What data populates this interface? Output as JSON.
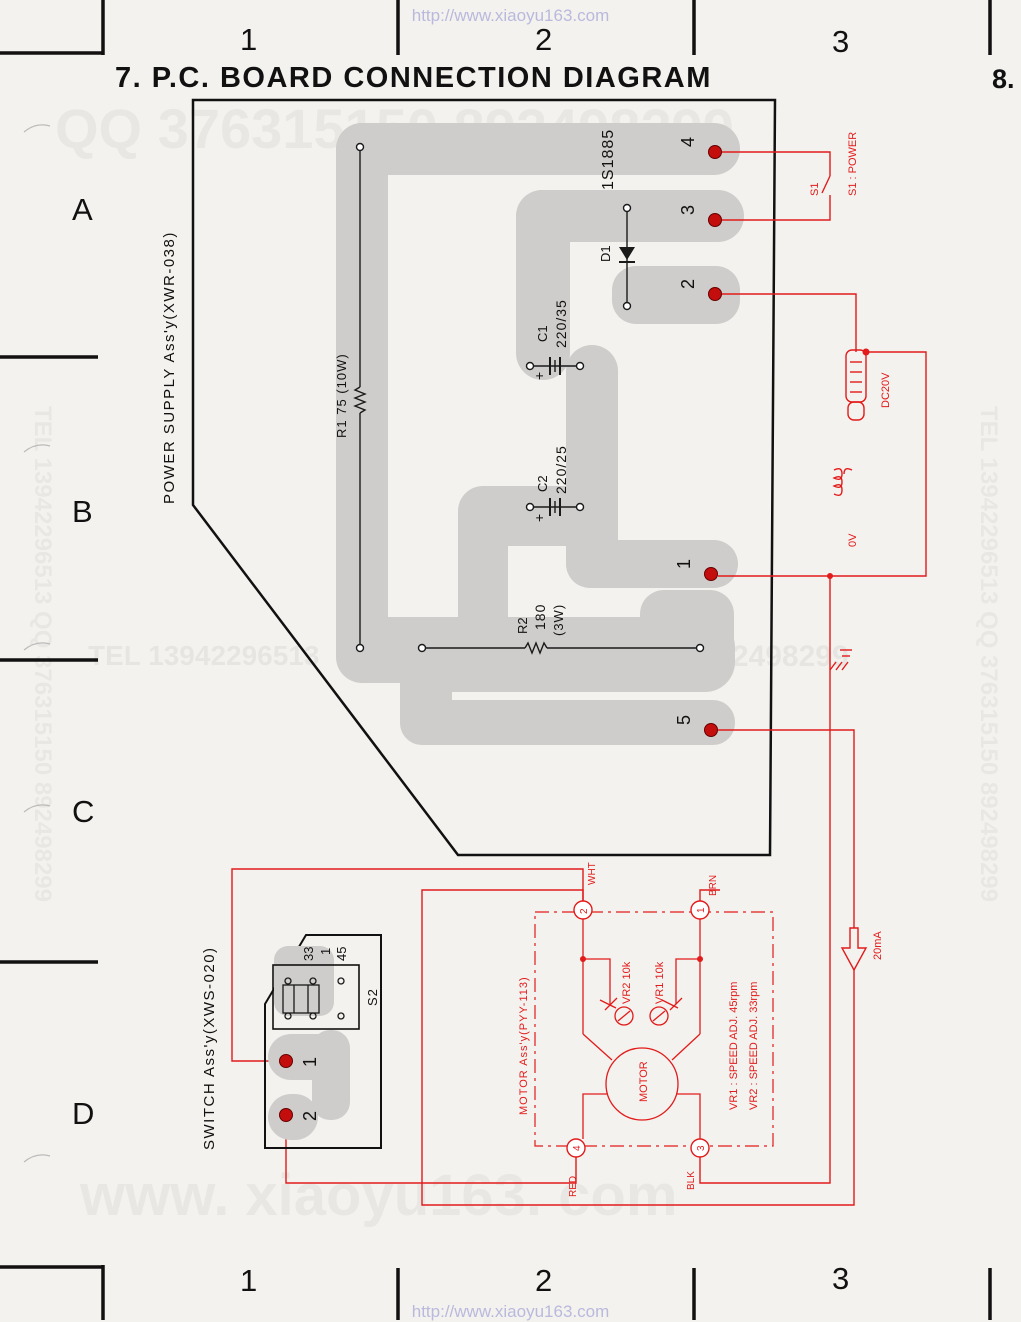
{
  "header": {
    "url_top": "http://www.xiaoyu163.com",
    "url_bottom": "http://www.xiaoyu163.com",
    "title": "7. P.C. BOARD CONNECTION DIAGRAM",
    "next_section": "8."
  },
  "grid": {
    "columns": [
      "1",
      "2",
      "3"
    ],
    "rows": [
      "A",
      "B",
      "C",
      "D"
    ]
  },
  "watermarks": {
    "qq": "QQ 376315150   892498299",
    "tel": "TEL 13942296513",
    "qq2": "QQ 376315150   892498299",
    "www": "www. xiaoyu163. com",
    "side_left": "TEL 13942296513   QQ 376315150   892498299",
    "side_right": "TEL 13942296513   QQ 376315150   892498299"
  },
  "power_supply": {
    "assembly": "POWER SUPPLY Ass'y(XWR-038)",
    "r1": "R1  75 (10W)",
    "c1_name": "C1",
    "c1_value": "220/35",
    "c2_name": "C2",
    "c2_value": "220/25",
    "r2_name": "R2",
    "r2_value": "180",
    "r2_rating": "(3W)",
    "d1_name": "D1",
    "d1_value": "1S1885",
    "plus": "+",
    "terminals": [
      "4",
      "3",
      "2",
      "1",
      "5"
    ]
  },
  "external": {
    "s1": "S1",
    "s1_label": "S1 : POWER",
    "dc": "DC20V",
    "ov": "0V",
    "current": "20mA"
  },
  "switch": {
    "assembly": "SWITCH Ass'y(XWS-020)",
    "s2": "S2",
    "sw_33": "33",
    "sw_1": "1",
    "sw_45": "45",
    "terminals": [
      "1",
      "2"
    ]
  },
  "motor": {
    "assembly": "MOTOR Ass'y(PYY-113)",
    "center": "MOTOR",
    "vr2": "VR2  10k",
    "vr1": "VR1  10k",
    "vr1_desc": "VR1 : SPEED ADJ. 45rpm",
    "vr2_desc": "VR2 : SPEED ADJ. 33rpm",
    "wires": {
      "wht": "WHT",
      "brn": "BRN",
      "red": "RED",
      "blk": "BLK"
    },
    "terminals": {
      "t1": "1",
      "t2": "2",
      "t3": "3",
      "t4": "4"
    }
  },
  "colors": {
    "wire": "#e21b1b",
    "pad": "#c40e0e",
    "board": "#cdcbc9",
    "ink": "#1a1a1a"
  }
}
